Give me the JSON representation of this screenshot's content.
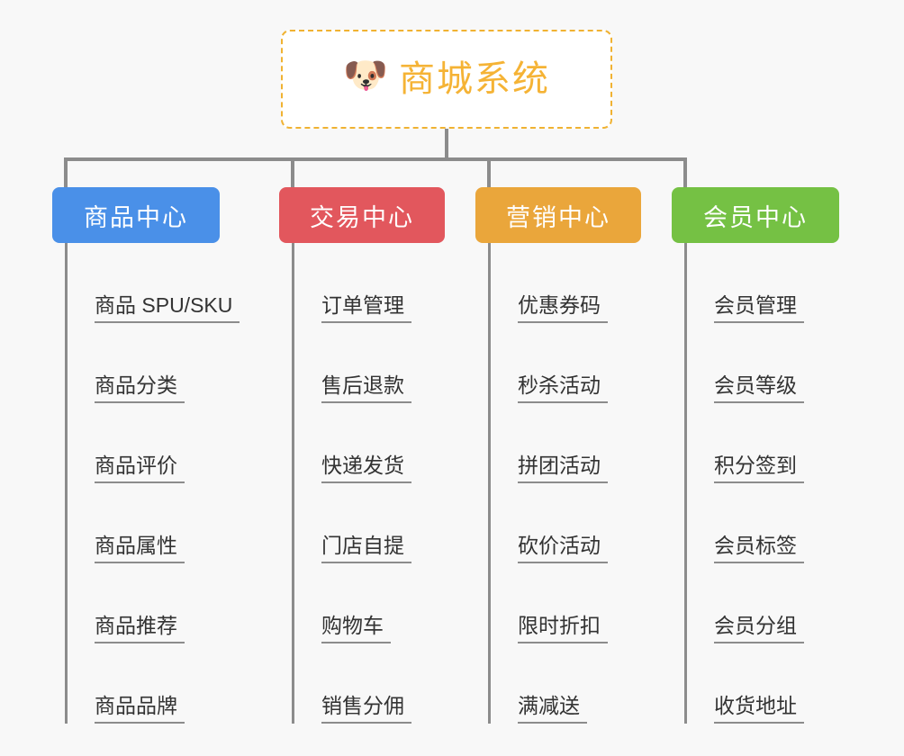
{
  "page": {
    "background_color": "#f8f8f8",
    "type": "mind-map"
  },
  "root": {
    "icon": "shiba-dog-emoji",
    "emoji": "🐶",
    "title": "商城系统",
    "text_color": "#f5b335",
    "border_color": "#f0b232",
    "background_color": "#ffffff"
  },
  "connector_color": "#8c8c8c",
  "branches": [
    {
      "label": "商品中心",
      "color": "#4a90e8",
      "items": [
        "商品 SPU/SKU",
        "商品分类",
        "商品评价",
        "商品属性",
        "商品推荐",
        "商品品牌"
      ]
    },
    {
      "label": "交易中心",
      "color": "#e2575d",
      "items": [
        "订单管理",
        "售后退款",
        "快递发货",
        "门店自提",
        "购物车",
        "销售分佣"
      ]
    },
    {
      "label": "营销中心",
      "color": "#eaa63b",
      "items": [
        "优惠券码",
        "秒杀活动",
        "拼团活动",
        "砍价活动",
        "限时折扣",
        "满减送"
      ]
    },
    {
      "label": "会员中心",
      "color": "#75c144",
      "items": [
        "会员管理",
        "会员等级",
        "积分签到",
        "会员标签",
        "会员分组",
        "收货地址"
      ]
    }
  ]
}
